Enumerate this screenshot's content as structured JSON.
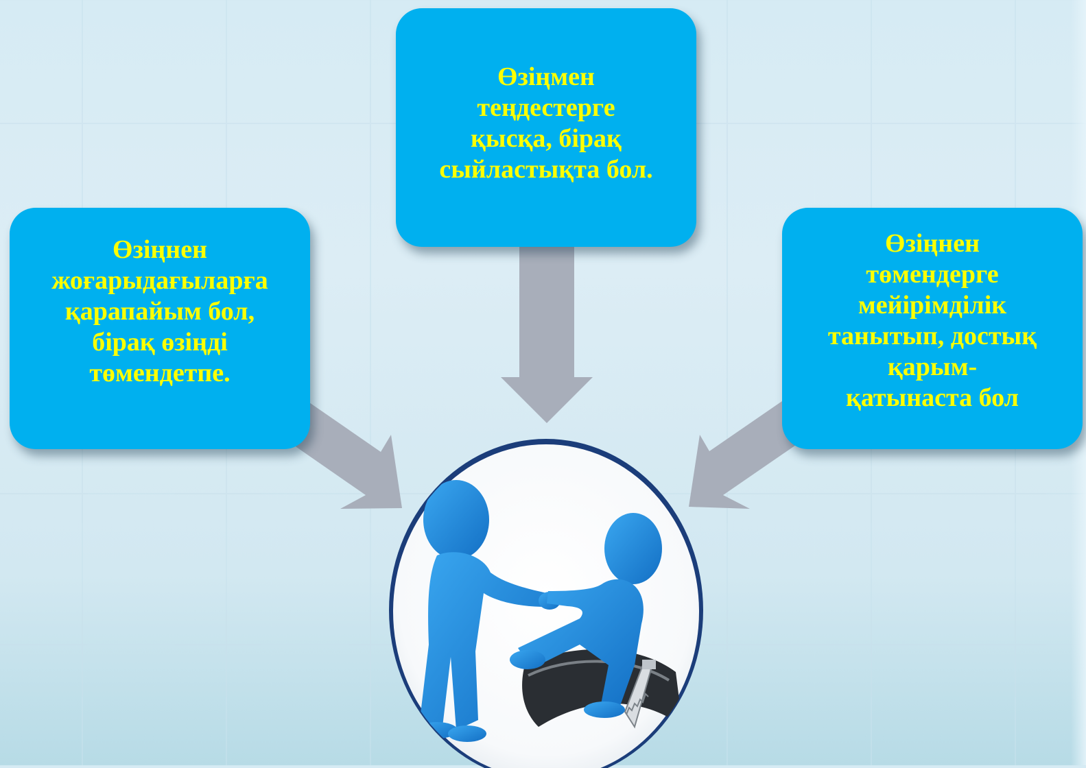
{
  "diagram": {
    "nodes": {
      "left": {
        "text": "Өзіңнен\nжоғарыдағыларға\nқарапайым бол,\nбірақ өзіңді\nтөмендетпе."
      },
      "center": {
        "text": "Өзіңмен\nтеңдестерге\nқысқа, бірақ\nсыйластықта бол."
      },
      "right": {
        "text": "Өзіңнен\nтөмендерге\nмейірімділік\nтанытып, достық\nқарым-\nқатынаста бол"
      }
    },
    "edges": [
      {
        "from": "left",
        "to": "center-image"
      },
      {
        "from": "center",
        "to": "center-image"
      },
      {
        "from": "right",
        "to": "center-image"
      }
    ],
    "center_image": {
      "subject": "two-figures-handshake"
    },
    "colors": {
      "box_fill": "#00b0ef",
      "box_text": "#ffff00",
      "arrow": "#a8aeba",
      "circle_border": "#1b3d7a",
      "figure": "#1e8ee0"
    }
  }
}
